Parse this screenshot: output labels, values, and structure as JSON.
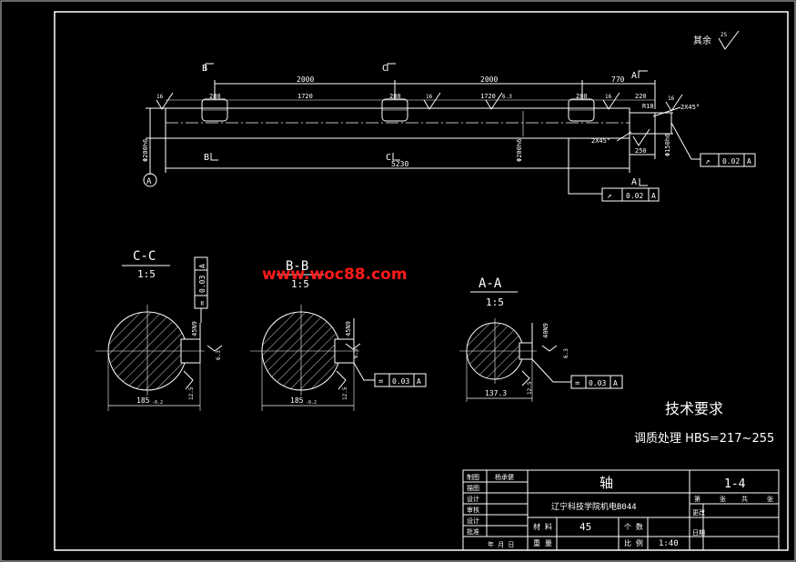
{
  "global_roughness": {
    "label": "其余",
    "value": "25"
  },
  "main_view": {
    "section_marks": [
      "B",
      "B",
      "C",
      "C",
      "A",
      "A"
    ],
    "dims_top": [
      "2000",
      "2000",
      "770"
    ],
    "dims_keyway": [
      "280",
      "1720",
      "280",
      "1720",
      "280",
      "220"
    ],
    "roughness_marks": [
      "16",
      "16",
      "16",
      "16"
    ],
    "roughness_61": "6.3",
    "dia_main": "Φ200h6",
    "dia_end": "Φ150h6",
    "dia_mid": "Φ200h6",
    "chamfer_right": "2X45°",
    "chamfer_left": "2X45°",
    "radius": "R10",
    "overall_length": "5230",
    "end_length": "250",
    "datum": "A",
    "tol_runout_1": {
      "sym": "↗",
      "value": "0.02",
      "datum": "A"
    },
    "tol_runout_2": {
      "sym": "↗",
      "value": "0.02",
      "datum": "A"
    }
  },
  "sections": [
    {
      "title": "C-C",
      "scale": "1:5",
      "width_dim": "185",
      "width_tol": "-0.2",
      "key_dim": "45N9",
      "rough_a": "6.3",
      "rough_b": "12.5",
      "tol": {
        "sym": "=",
        "value": "0.03",
        "datum": "A"
      }
    },
    {
      "title": "B-B",
      "scale": "1:5",
      "width_dim": "185",
      "width_tol": "-0.2",
      "key_dim": "45N9",
      "rough_a": "6.3",
      "rough_b": "12.5",
      "tol": {
        "sym": "=",
        "value": "0.03",
        "datum": "A"
      }
    },
    {
      "title": "A-A",
      "scale": "1:5",
      "width_dim": "137.3",
      "width_tol": "",
      "key_dim": "40N9",
      "rough_a": "6.3",
      "rough_b": "12.5",
      "tol": {
        "sym": "=",
        "value": "0.03",
        "datum": "A"
      }
    }
  ],
  "watermark": "www.woc88.com",
  "requirements": {
    "title": "技术要求",
    "line": "调质处理 HBS=217~255"
  },
  "title_block": {
    "part_name": "轴",
    "drawing_no": "1-4",
    "school": "辽宁科技学院机电B044",
    "material_label": "材 料",
    "material": "45",
    "quantity_label": "个 数",
    "scale_label": "比 例",
    "scale": "1:40",
    "weight_label": "重 量",
    "sheet_labels": [
      "第",
      "张",
      "共",
      "张"
    ],
    "left_labels": [
      "制图",
      "描图",
      "设计",
      "审核",
      "设计",
      "批准"
    ],
    "drawer_name": "杨承健",
    "date_label": "年 月 日",
    "right_labels": [
      "更改",
      "日期"
    ]
  }
}
